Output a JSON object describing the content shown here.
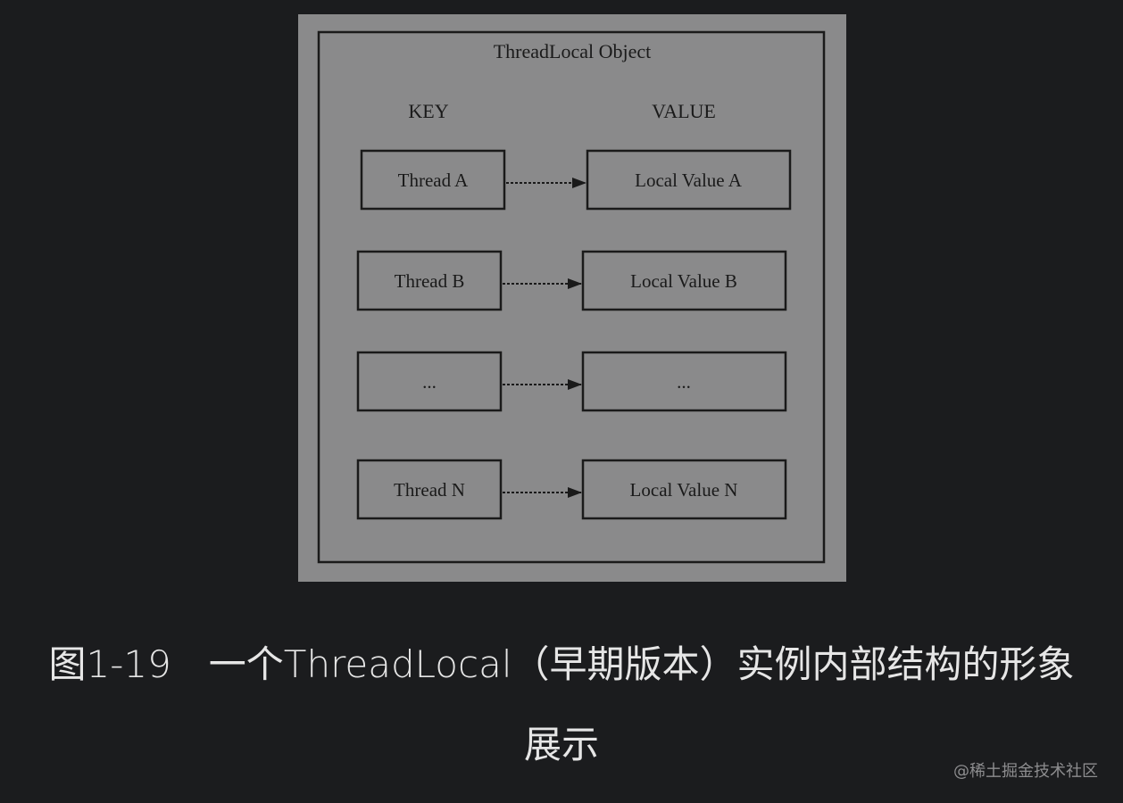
{
  "diagram": {
    "container_title": "ThreadLocal Object",
    "key_header": "KEY",
    "value_header": "VALUE",
    "rows": [
      {
        "key": "Thread A",
        "value": "Local Value A"
      },
      {
        "key": "Thread B",
        "value": "Local Value B"
      },
      {
        "key": "...",
        "value": "..."
      },
      {
        "key": "Thread N",
        "value": "Local Value N"
      }
    ]
  },
  "caption": {
    "line1": "图1-19　一个ThreadLocal（早期版本）实例内部结构的形象",
    "line2": "展示"
  },
  "watermark": "@稀土掘金技术社区",
  "colors": {
    "page_background": "#1b1c1e",
    "figure_background": "#8a8a8b",
    "stroke": "#1a1a1a",
    "caption_text": "#e6e6e6",
    "watermark_text": "#8d8d8f"
  }
}
